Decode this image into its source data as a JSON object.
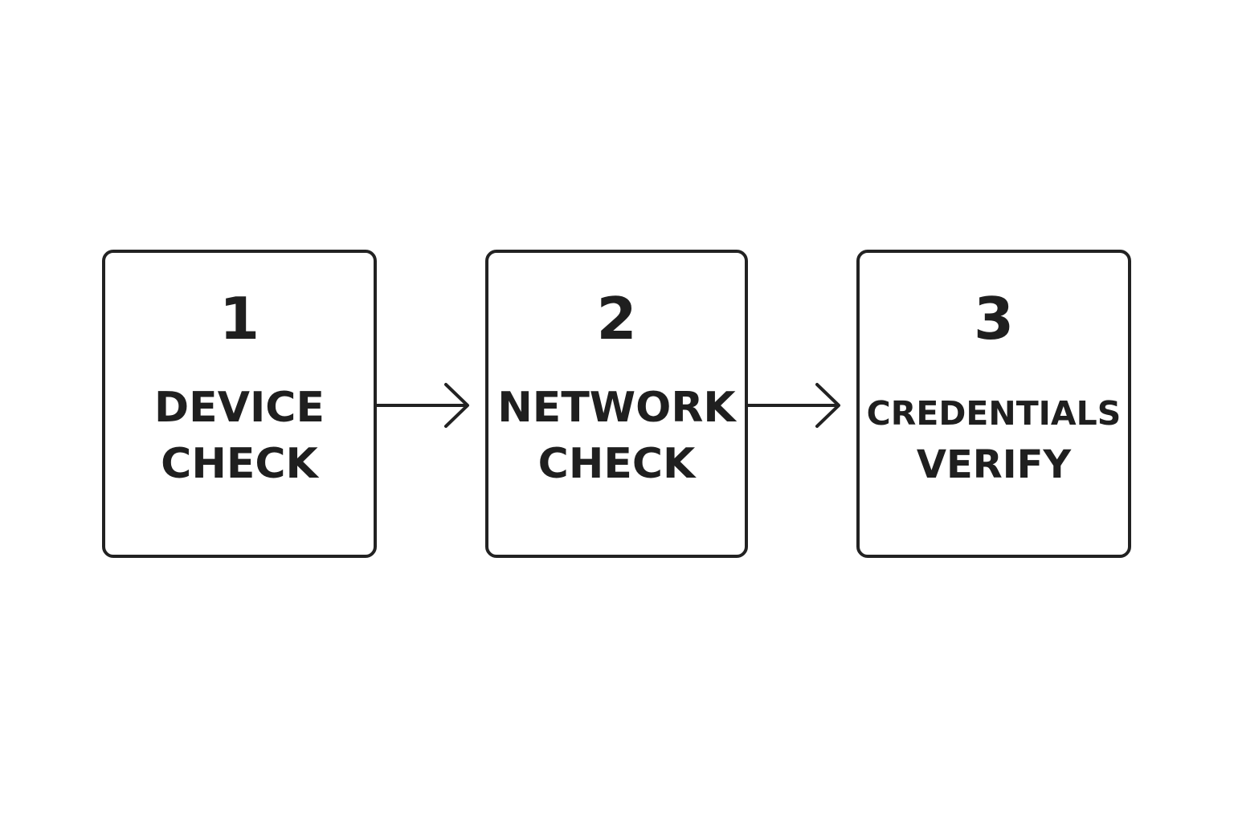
{
  "steps": [
    {
      "number": "1",
      "label_line1": "DEVICE",
      "label_line2": "CHECK"
    },
    {
      "number": "2",
      "label_line1": "NETWORK",
      "label_line2": "CHECK"
    },
    {
      "number": "3",
      "label_line1": "CREDENTIALS",
      "label_line2": "VERIFY"
    }
  ],
  "colors": {
    "stroke": "#222222",
    "text": "#1f1f1f",
    "background": "#ffffff"
  }
}
